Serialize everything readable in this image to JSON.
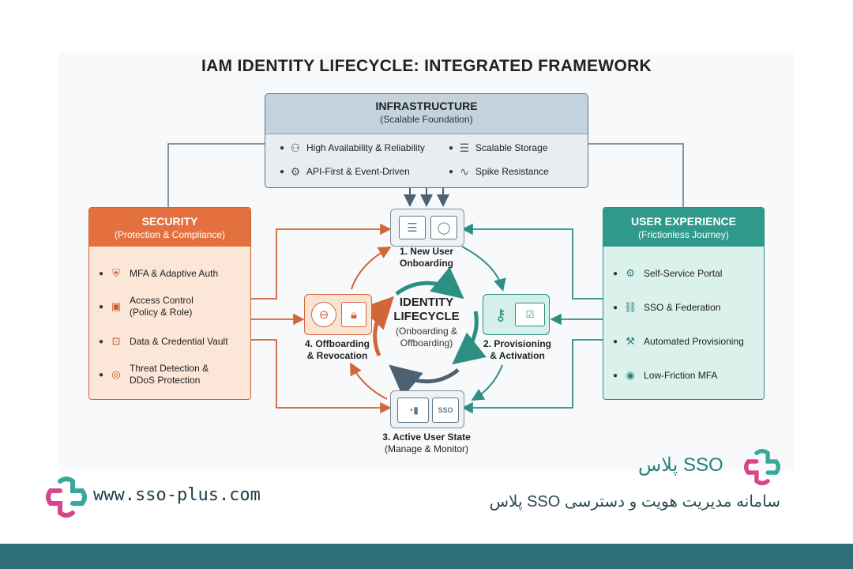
{
  "title": "IAM IDENTITY LIFECYCLE: INTEGRATED FRAMEWORK",
  "infrastructure": {
    "title": "INFRASTRUCTURE",
    "subtitle": "(Scalable Foundation)",
    "items": [
      {
        "label": "High Availability & Reliability",
        "icon": "hierarchy-icon"
      },
      {
        "label": "Scalable Storage",
        "icon": "database-icon"
      },
      {
        "label": "API-First & Event-Driven",
        "icon": "gears-icon"
      },
      {
        "label": "Spike Resistance",
        "icon": "pulse-icon"
      }
    ]
  },
  "security": {
    "title": "SECURITY",
    "subtitle": "(Protection & Compliance)",
    "items": [
      {
        "label": "MFA & Adaptive Auth",
        "icon": "shield-check-icon"
      },
      {
        "label": "Access Control",
        "label2": "(Policy & Role)",
        "icon": "lock-door-icon"
      },
      {
        "label": "Data & Credential Vault",
        "icon": "vault-icon"
      },
      {
        "label": "Threat Detection &",
        "label2": "DDoS Protection",
        "icon": "radar-icon"
      }
    ]
  },
  "user_experience": {
    "title": "USER EXPERIENCE",
    "subtitle": "(Frictionless Journey)",
    "items": [
      {
        "label": "Self-Service Portal",
        "icon": "user-gear-icon"
      },
      {
        "label": "SSO & Federation",
        "icon": "link-icon"
      },
      {
        "label": "Automated Provisioning",
        "icon": "robot-arm-icon"
      },
      {
        "label": "Low-Friction MFA",
        "icon": "fingerprint-icon"
      }
    ]
  },
  "lifecycle": {
    "center_title_1": "IDENTITY",
    "center_title_2": "LIFECYCLE",
    "center_sub_1": "(Onboarding &",
    "center_sub_2": "Offboarding)",
    "stages": [
      {
        "line1": "1. New User",
        "line2": "Onboarding"
      },
      {
        "line1": "2. Provisioning",
        "line2": "& Activation"
      },
      {
        "line1": "3. Active User State",
        "line2": "(Manage & Monitor)"
      },
      {
        "line1": "4. Offboarding",
        "line2": "& Revocation"
      }
    ],
    "sso_badge": "SSO"
  },
  "branding": {
    "url": "www.sso-plus.com",
    "name": "SSO پلاس",
    "tagline": "سامانه مدیریت هویت و دسترسی SSO پلاس"
  },
  "colors": {
    "orange": "#e4703f",
    "teal": "#2f9a8b",
    "slate": "#5f7688",
    "logo_pink": "#d6468a",
    "logo_teal": "#3aa79c",
    "bottom_bar": "#2e6e78"
  }
}
